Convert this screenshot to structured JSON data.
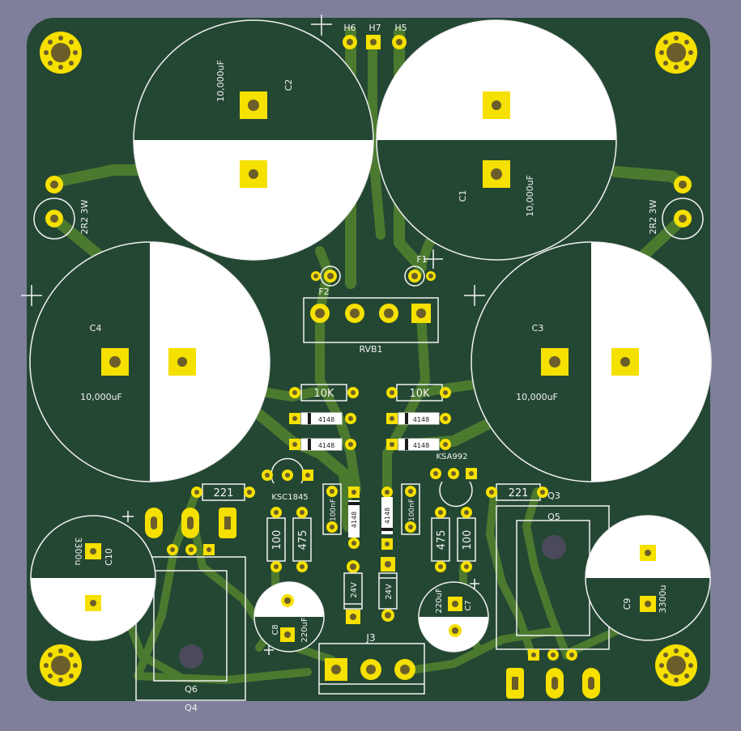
{
  "board": {
    "colors": {
      "background": "#7f7f9c",
      "substrate": "#244733",
      "copper_trace": "#4b7a2f",
      "pad": "#f5e000",
      "drill": "#6b5e2a",
      "silkscreen": "#f2f2f2"
    }
  },
  "labels": {
    "h6": "H6",
    "h7": "H7",
    "h5": "H5",
    "c2": "C2",
    "c2_val": "10,000uF",
    "c1": "C1",
    "c1_val": "10,000uF",
    "c4": "C4",
    "c4_val": "10,000uF",
    "c3": "C3",
    "c3_val": "10,000uF",
    "r_left": "2R2 3W",
    "r_right": "2R2 3W",
    "f1": "F1",
    "f2": "F2",
    "rvb1": "RVB1",
    "r10k_left": "10K",
    "r10k_right": "10K",
    "d4148_a": "4148",
    "d4148_b": "4148",
    "d4148_c": "4148",
    "d4148_d": "4148",
    "d4148_e": "4148",
    "d4148_f": "4148",
    "ksc1845": "KSC1845",
    "ksa992": "KSA992",
    "r221_left": "221",
    "r221_right": "221",
    "q3": "Q3",
    "q5": "Q5",
    "q6": "Q6",
    "q4": "Q4",
    "c10": "C10",
    "c10_val": "3300u",
    "c9": "C9",
    "c9_val": "3300u",
    "r100_left": "100",
    "r475_left": "475",
    "r475_right": "475",
    "r100_right": "100",
    "cap100n_left": "100nF",
    "cap100n_right": "100nF",
    "z24_left": "24V",
    "z24_right": "24V",
    "c8": "C8",
    "c8_val": "220uF",
    "c7": "C7",
    "c7_val": "220uF",
    "j3": "J3"
  }
}
